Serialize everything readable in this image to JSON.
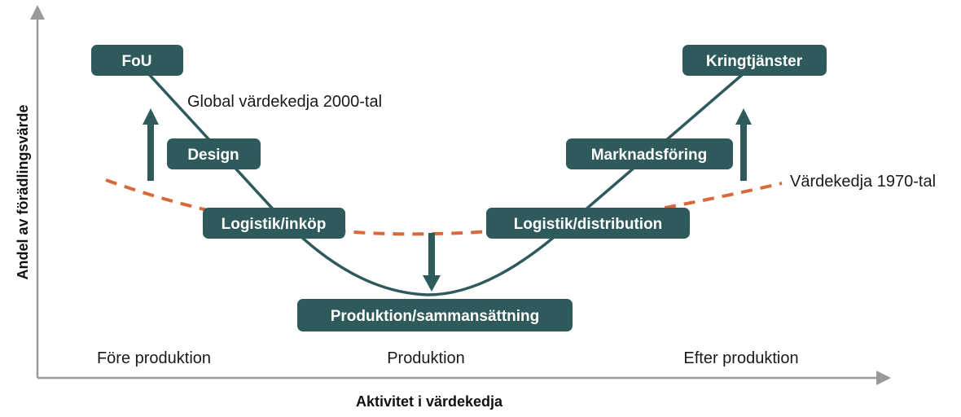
{
  "axes": {
    "y_label": "Andel av förädlingsvärde",
    "x_label": "Aktivitet i värdekedja"
  },
  "phases": {
    "before": "Före produktion",
    "during": "Produktion",
    "after": "Efter produktion"
  },
  "curves": {
    "global": "Global värdekedja 2000-tal",
    "old": "Värdekedja 1970-tal"
  },
  "stages": {
    "fou": "FoU",
    "design": "Design",
    "logistik_inkop": "Logistik/inköp",
    "produktion": "Produktion/sammansättning",
    "logistik_distribution": "Logistik/distribution",
    "marknadsforing": "Marknadsföring",
    "kringtjanster": "Kringtjänster"
  },
  "colors": {
    "box": "#2e5a5b",
    "dashed_curve": "#d9683a",
    "axis": "#9a9a9a"
  }
}
